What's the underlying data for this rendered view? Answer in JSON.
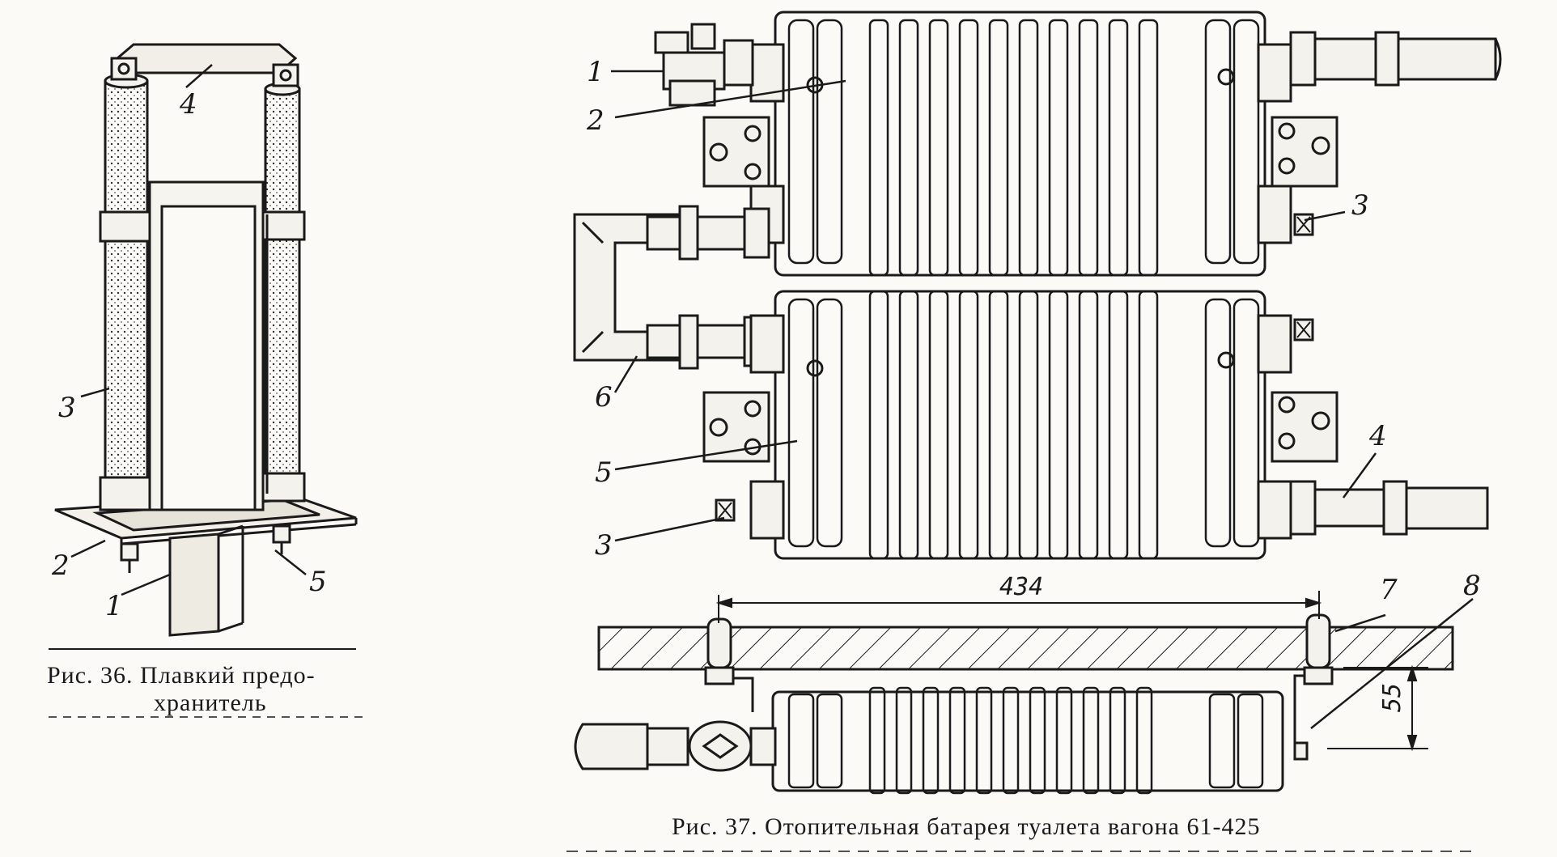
{
  "fig36": {
    "caption_line1": "Рис. 36. Плавкий предо-",
    "caption_line2": "хранитель",
    "labels": {
      "l1": "1",
      "l2": "2",
      "l3": "3",
      "l4": "4",
      "l5": "5"
    }
  },
  "fig37": {
    "caption": "Рис. 37. Отопительная батарея туалета вагона 61-425",
    "labels": {
      "l1": "1",
      "l2": "2",
      "l3a": "3",
      "l3b": "3",
      "l4": "4",
      "l5": "5",
      "l6": "6",
      "l7": "7",
      "l8": "8"
    },
    "dims": {
      "width": "434",
      "height": "55"
    }
  },
  "colors": {
    "ink": "#1a1a1a",
    "paper": "#fbfaf7"
  }
}
